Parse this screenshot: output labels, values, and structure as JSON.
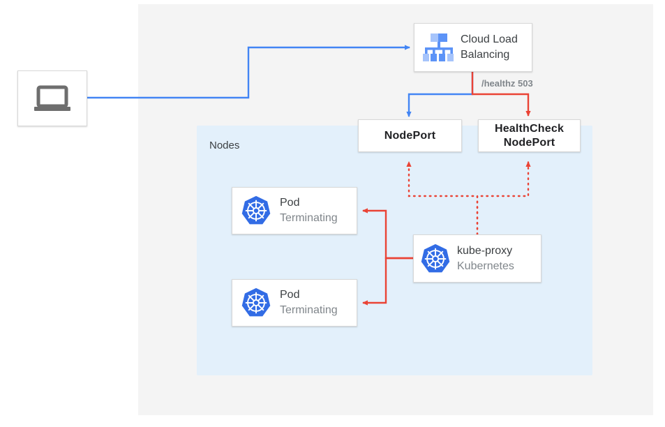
{
  "diagram": {
    "title_region": "kubernetes-external-traffic-policy-diagram",
    "panels": {
      "outer": {
        "name": "cluster-panel",
        "color": "#f4f4f4"
      },
      "nodes": {
        "label": "Nodes",
        "color": "#e3f0fb"
      }
    },
    "colors": {
      "blue_edge": "#4285f4",
      "red_edge": "#ea4335",
      "kube_blue": "#326ce5",
      "icon_gray": "#6e6e6e",
      "text_dark": "#202124",
      "text_muted": "#80868b",
      "panel_gray": "#f4f4f4",
      "panel_blue": "#e3f0fb"
    },
    "nodes": [
      {
        "id": "client",
        "icon": "laptop-icon",
        "title": "",
        "subtitle": ""
      },
      {
        "id": "cloud-load-balancing",
        "icon": "cloud-load-balancing-icon",
        "title": "Cloud Load",
        "subtitle": "Balancing"
      },
      {
        "id": "nodeport",
        "icon": "",
        "title": "NodePort",
        "subtitle": ""
      },
      {
        "id": "healthcheck-nodeport",
        "icon": "",
        "title": "HealthCheck",
        "subtitle": "NodePort"
      },
      {
        "id": "pod-1",
        "icon": "kubernetes-icon",
        "title": "Pod",
        "subtitle": "Terminating"
      },
      {
        "id": "pod-2",
        "icon": "kubernetes-icon",
        "title": "Pod",
        "subtitle": "Terminating"
      },
      {
        "id": "kube-proxy",
        "icon": "kubernetes-icon",
        "title": "kube-proxy",
        "subtitle": "Kubernetes"
      }
    ],
    "edge_labels": [
      {
        "id": "healthz-label",
        "text": "/healthz 503"
      }
    ]
  }
}
